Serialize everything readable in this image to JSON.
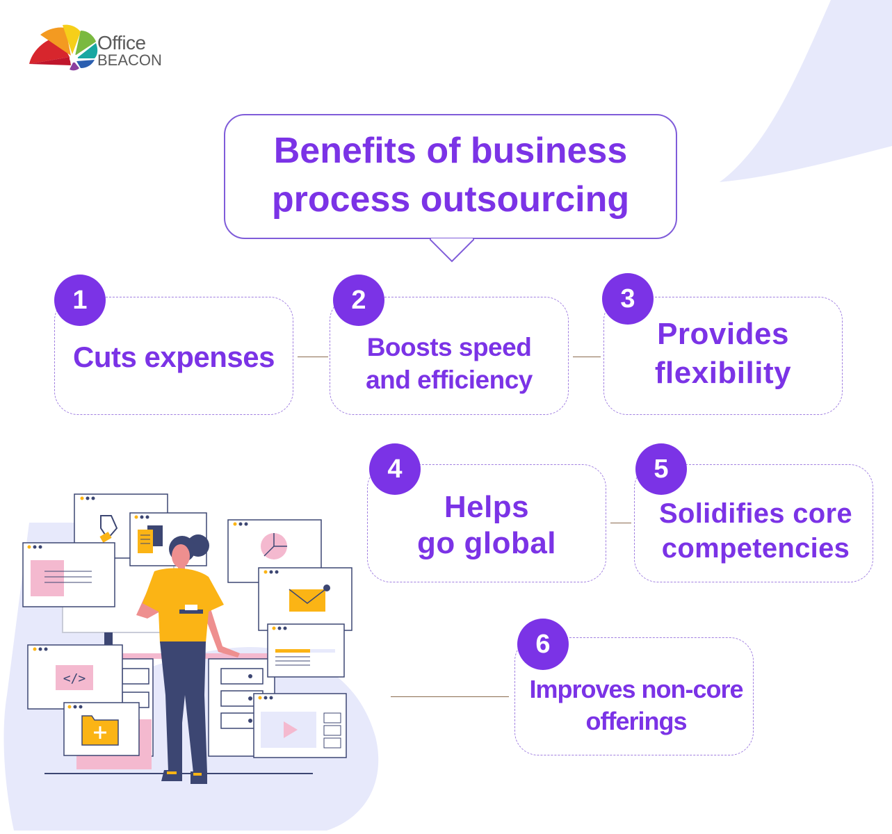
{
  "logo": {
    "line1": "Office",
    "line2": "BEACON"
  },
  "title": {
    "line1": "Benefits of business",
    "line2": "process outsourcing"
  },
  "benefits": [
    {
      "number": "1",
      "line1": "Cuts expenses",
      "line2": ""
    },
    {
      "number": "2",
      "line1": "Boosts speed",
      "line2": "and efficiency"
    },
    {
      "number": "3",
      "line1": "Provides",
      "line2": "flexibility"
    },
    {
      "number": "4",
      "line1": "Helps",
      "line2": "go global"
    },
    {
      "number": "5",
      "line1": "Solidifies core",
      "line2": "competencies"
    },
    {
      "number": "6",
      "line1": "Improves non-core",
      "line2": "offerings"
    }
  ],
  "colors": {
    "accent": "#7b33e6",
    "card_border": "#a07ee0",
    "blob": "#e7e9fb",
    "shirt": "#fbb415",
    "pants": "#3c4672",
    "pink": "#f7b8d2"
  },
  "illustration": {
    "icons": [
      "pen-tool-icon",
      "document-icon",
      "pie-chart-icon",
      "mail-icon",
      "text-lines-icon",
      "code-icon",
      "folder-add-icon",
      "video-play-icon"
    ]
  }
}
